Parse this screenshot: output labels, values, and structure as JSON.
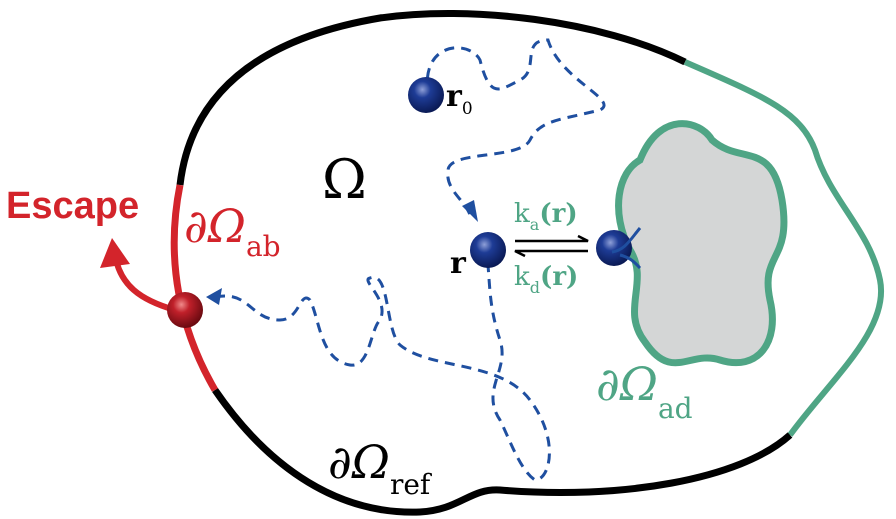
{
  "labels": {
    "escape": "Escape",
    "omega": "Ω",
    "boundary_ab": {
      "symbol": "∂Ω",
      "sub": "ab"
    },
    "boundary_ad": {
      "symbol": "∂Ω",
      "sub": "ad"
    },
    "boundary_ref": {
      "symbol": "∂Ω",
      "sub": "ref"
    },
    "r0": {
      "symbol": "r",
      "sub": "0"
    },
    "r": "r",
    "ka": {
      "k": "k",
      "sub": "a",
      "arg": "(r)"
    },
    "kd": {
      "k": "k",
      "sub": "d",
      "arg": "(r)"
    }
  },
  "colors": {
    "reflecting": "#000000",
    "absorbing": "#d3242b",
    "adsorbing": "#4fa585",
    "particle": "#1a3a8a",
    "path": "#1f4fa0",
    "target_fill": "#d4d6d6"
  }
}
